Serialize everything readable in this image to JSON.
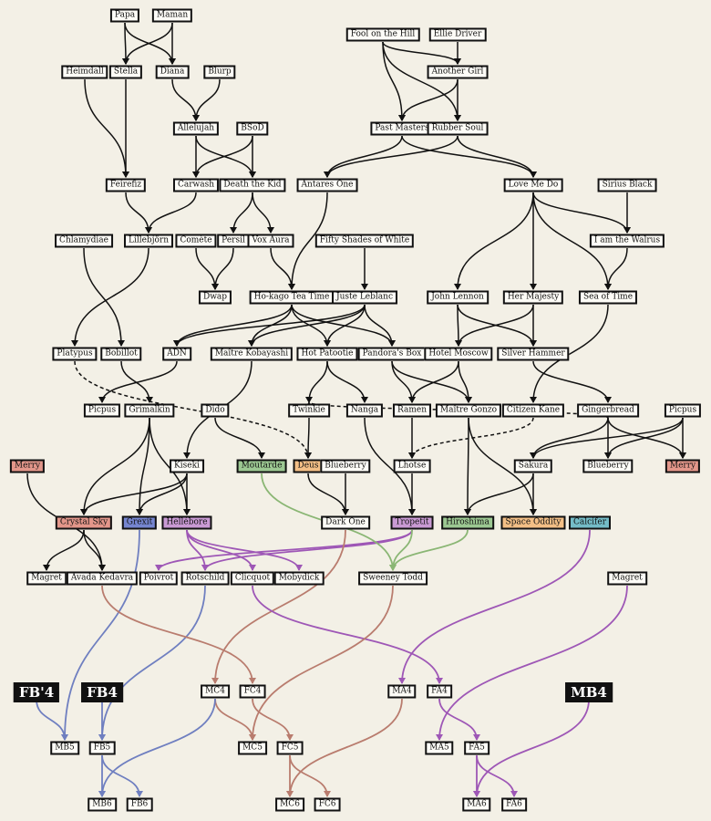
{
  "colors": {
    "background": "#f3f0e6",
    "edge": "#111111",
    "red": "#e3968a",
    "blue": "#7585d0",
    "purple": "#c99ad4",
    "green": "#9cc892",
    "orange": "#f3bf86",
    "teal": "#74bcc7",
    "edge_brown": "#b97c6e",
    "edge_purple": "#9e57b6",
    "edge_blue": "#6f7fc0",
    "edge_green": "#8ab674"
  },
  "nodes": [
    {
      "id": "papa",
      "label": "Papa"
    },
    {
      "id": "maman",
      "label": "Maman"
    },
    {
      "id": "fool",
      "label": "Fool on the Hill"
    },
    {
      "id": "ellie",
      "label": "Ellie Driver"
    },
    {
      "id": "heimdall",
      "label": "Heimdall"
    },
    {
      "id": "stella",
      "label": "Stella"
    },
    {
      "id": "diana",
      "label": "Diana"
    },
    {
      "id": "blurp",
      "label": "Blurp"
    },
    {
      "id": "anothergirl",
      "label": "Another Girl"
    },
    {
      "id": "allelujah",
      "label": "Allelujah"
    },
    {
      "id": "bsod",
      "label": "BSoD"
    },
    {
      "id": "pastmasters",
      "label": "Past Masters"
    },
    {
      "id": "rubbersoul",
      "label": "Rubber Soul"
    },
    {
      "id": "feirefiz",
      "label": "Feirefiz"
    },
    {
      "id": "carwash",
      "label": "Carwash"
    },
    {
      "id": "deathkid",
      "label": "Death the Kid"
    },
    {
      "id": "antares",
      "label": "Antares One"
    },
    {
      "id": "lovemedo",
      "label": "Love Me Do"
    },
    {
      "id": "sirius",
      "label": "Sirius Black"
    },
    {
      "id": "chlamydiae",
      "label": "Chlamydiae"
    },
    {
      "id": "lillebjorn",
      "label": "Lillebjörn"
    },
    {
      "id": "comete",
      "label": "Comète"
    },
    {
      "id": "persil",
      "label": "Persil"
    },
    {
      "id": "voxaura",
      "label": "Vox Aura"
    },
    {
      "id": "fifty",
      "label": "Fifty Shades of White"
    },
    {
      "id": "walrus",
      "label": "I am the Walrus"
    },
    {
      "id": "dwap",
      "label": "Dwap"
    },
    {
      "id": "hokago",
      "label": "Ho-kago Tea Time"
    },
    {
      "id": "juste",
      "label": "Juste Leblanc"
    },
    {
      "id": "lennon",
      "label": "John Lennon"
    },
    {
      "id": "hermajesty",
      "label": "Her Majesty"
    },
    {
      "id": "seaoftime",
      "label": "Sea of Time"
    },
    {
      "id": "platypus",
      "label": "Platypus"
    },
    {
      "id": "bobillot",
      "label": "Bobillot"
    },
    {
      "id": "adn",
      "label": "ADN"
    },
    {
      "id": "kobayashi",
      "label": "Maître Kobayashi"
    },
    {
      "id": "hotpatootie",
      "label": "Hot Patootie"
    },
    {
      "id": "pandora",
      "label": "Pandora's Box"
    },
    {
      "id": "hotelmoscow",
      "label": "Hotel Moscow"
    },
    {
      "id": "silverhammer",
      "label": "Silver Hammer"
    },
    {
      "id": "picpus1",
      "label": "Picpus"
    },
    {
      "id": "grimalkin",
      "label": "Grimalkin"
    },
    {
      "id": "dido",
      "label": "Dido"
    },
    {
      "id": "twinkie",
      "label": "Twinkie"
    },
    {
      "id": "nanga",
      "label": "Nanga"
    },
    {
      "id": "ramen",
      "label": "Ramen"
    },
    {
      "id": "gonzo",
      "label": "Maître Gonzo"
    },
    {
      "id": "citizenkane",
      "label": "Citizen Kane"
    },
    {
      "id": "gingerbread",
      "label": "Gingerbread"
    },
    {
      "id": "picpus2",
      "label": "Picpus"
    },
    {
      "id": "merry1",
      "label": "Merry",
      "color": "red"
    },
    {
      "id": "kiseki",
      "label": "Kiseki"
    },
    {
      "id": "moutarde",
      "label": "Moutarde",
      "color": "green"
    },
    {
      "id": "deus",
      "label": "Deus",
      "color": "orange"
    },
    {
      "id": "blueberry1",
      "label": "Blueberry"
    },
    {
      "id": "lhotse",
      "label": "Lhotse"
    },
    {
      "id": "sakura",
      "label": "Sakura"
    },
    {
      "id": "blueberry2",
      "label": "Blueberry"
    },
    {
      "id": "merry2",
      "label": "Merry",
      "color": "red"
    },
    {
      "id": "crystalsky",
      "label": "Crystal Sky",
      "color": "red"
    },
    {
      "id": "grexit",
      "label": "Grexit",
      "color": "blue"
    },
    {
      "id": "hellebore",
      "label": "Hellébore",
      "color": "purple"
    },
    {
      "id": "darkone",
      "label": "Dark One"
    },
    {
      "id": "tropetit",
      "label": "Tropetit",
      "color": "purple"
    },
    {
      "id": "hiroshima",
      "label": "Hiroshima",
      "color": "green"
    },
    {
      "id": "spaceoddity",
      "label": "Space Oddity",
      "color": "orange"
    },
    {
      "id": "calcifer",
      "label": "Calcifer",
      "color": "teal"
    },
    {
      "id": "magret1",
      "label": "Magret"
    },
    {
      "id": "avada",
      "label": "Avada Kedavra"
    },
    {
      "id": "poivrot",
      "label": "Poivrot"
    },
    {
      "id": "rotschild",
      "label": "Rotschild"
    },
    {
      "id": "clicquot",
      "label": "Clicquot"
    },
    {
      "id": "mobydick",
      "label": "Mobydick"
    },
    {
      "id": "sweeney",
      "label": "Sweeney Todd"
    },
    {
      "id": "magret2",
      "label": "Magret"
    },
    {
      "id": "fbp4",
      "label": "FB'4",
      "big": true
    },
    {
      "id": "fb4",
      "label": "FB4",
      "big": true
    },
    {
      "id": "mc4",
      "label": "MC4"
    },
    {
      "id": "fc4",
      "label": "FC4"
    },
    {
      "id": "ma4",
      "label": "MA4"
    },
    {
      "id": "fa4",
      "label": "FA4"
    },
    {
      "id": "mb4",
      "label": "MB4",
      "big": true
    },
    {
      "id": "mb5",
      "label": "MB5"
    },
    {
      "id": "fb5",
      "label": "FB5"
    },
    {
      "id": "mc5",
      "label": "MC5"
    },
    {
      "id": "fc5",
      "label": "FC5"
    },
    {
      "id": "ma5",
      "label": "MA5"
    },
    {
      "id": "fa5",
      "label": "FA5"
    },
    {
      "id": "mb6",
      "label": "MB6"
    },
    {
      "id": "fb6",
      "label": "FB6"
    },
    {
      "id": "mc6",
      "label": "MC6"
    },
    {
      "id": "fc6",
      "label": "FC6"
    },
    {
      "id": "ma6",
      "label": "MA6"
    },
    {
      "id": "fa6",
      "label": "FA6"
    }
  ],
  "edges": [
    [
      "papa",
      "stella"
    ],
    [
      "maman",
      "stella"
    ],
    [
      "papa",
      "diana"
    ],
    [
      "maman",
      "diana"
    ],
    [
      "fool",
      "anothergirl"
    ],
    [
      "ellie",
      "anothergirl"
    ],
    [
      "fool",
      "pastmasters"
    ],
    [
      "fool",
      "rubbersoul"
    ],
    [
      "anothergirl",
      "pastmasters"
    ],
    [
      "anothergirl",
      "rubbersoul"
    ],
    [
      "heimdall",
      "feirefiz"
    ],
    [
      "stella",
      "feirefiz"
    ],
    [
      "diana",
      "allelujah"
    ],
    [
      "blurp",
      "allelujah"
    ],
    [
      "allelujah",
      "carwash"
    ],
    [
      "bsod",
      "carwash"
    ],
    [
      "allelujah",
      "deathkid"
    ],
    [
      "bsod",
      "deathkid"
    ],
    [
      "pastmasters",
      "antares"
    ],
    [
      "rubbersoul",
      "antares"
    ],
    [
      "pastmasters",
      "lovemedo"
    ],
    [
      "rubbersoul",
      "lovemedo"
    ],
    [
      "feirefiz",
      "lillebjorn"
    ],
    [
      "carwash",
      "lillebjorn"
    ],
    [
      "deathkid",
      "persil"
    ],
    [
      "deathkid",
      "voxaura"
    ],
    [
      "sirius",
      "walrus"
    ],
    [
      "lovemedo",
      "walrus"
    ],
    [
      "comete",
      "dwap"
    ],
    [
      "persil",
      "dwap"
    ],
    [
      "voxaura",
      "hokago"
    ],
    [
      "antares",
      "hokago"
    ],
    [
      "fifty",
      "juste"
    ],
    [
      "lovemedo",
      "lennon"
    ],
    [
      "lovemedo",
      "hermajesty"
    ],
    [
      "lovemedo",
      "seaoftime"
    ],
    [
      "walrus",
      "seaoftime"
    ],
    [
      "lillebjorn",
      "platypus"
    ],
    [
      "chlamydiae",
      "bobillot"
    ],
    [
      "hokago",
      "adn"
    ],
    [
      "hokago",
      "kobayashi"
    ],
    [
      "hokago",
      "hotpatootie"
    ],
    [
      "hokago",
      "pandora"
    ],
    [
      "juste",
      "adn"
    ],
    [
      "juste",
      "kobayashi"
    ],
    [
      "juste",
      "hotpatootie"
    ],
    [
      "juste",
      "pandora"
    ],
    [
      "lennon",
      "hotelmoscow"
    ],
    [
      "lennon",
      "silverhammer"
    ],
    [
      "hermajesty",
      "hotelmoscow"
    ],
    [
      "hermajesty",
      "silverhammer"
    ],
    [
      "adn",
      "picpus1"
    ],
    [
      "bobillot",
      "grimalkin"
    ],
    [
      "hotpatootie",
      "twinkie"
    ],
    [
      "hotpatootie",
      "nanga"
    ],
    [
      "hotelmoscow",
      "ramen"
    ],
    [
      "hotelmoscow",
      "gonzo"
    ],
    [
      "pandora",
      "ramen"
    ],
    [
      "pandora",
      "gonzo"
    ],
    [
      "seaoftime",
      "citizenkane"
    ],
    [
      "silverhammer",
      "gingerbread"
    ],
    [
      "kobayashi",
      "kiseki"
    ],
    [
      "dido",
      "moutarde"
    ],
    [
      "twinkie",
      "deus"
    ],
    [
      "ramen",
      "lhotse"
    ],
    [
      "gingerbread",
      "sakura"
    ],
    [
      "gingerbread",
      "blueberry2"
    ],
    [
      "gingerbread",
      "merry2"
    ],
    [
      "picpus2",
      "sakura"
    ],
    [
      "picpus2",
      "blueberry2"
    ],
    [
      "picpus2",
      "merry2"
    ],
    [
      "kiseki",
      "crystalsky"
    ],
    [
      "kiseki",
      "grexit"
    ],
    [
      "kiseki",
      "hellebore"
    ],
    [
      "grimalkin",
      "crystalsky"
    ],
    [
      "grimalkin",
      "grexit"
    ],
    [
      "grimalkin",
      "hellebore"
    ],
    [
      "deus",
      "darkone"
    ],
    [
      "blueberry1",
      "darkone"
    ],
    [
      "nanga",
      "tropetit"
    ],
    [
      "lhotse",
      "tropetit"
    ],
    [
      "sakura",
      "hiroshima"
    ],
    [
      "sakura",
      "spaceoddity"
    ],
    [
      "gonzo",
      "hiroshima"
    ],
    [
      "gonzo",
      "spaceoddity"
    ],
    [
      "merry1",
      "avada"
    ],
    [
      "crystalsky",
      "magret1"
    ],
    [
      "crystalsky",
      "avada"
    ],
    [
      "platypus",
      "deus",
      "dashed"
    ],
    [
      "gingerbread",
      "twinkie",
      "dashed"
    ],
    [
      "citizenkane",
      "lhotse",
      "dashed"
    ],
    [
      "tropetit",
      "poivrot",
      "purple"
    ],
    [
      "tropetit",
      "rotschild",
      "purple"
    ],
    [
      "hellebore",
      "rotschild",
      "purple"
    ],
    [
      "hellebore",
      "clicquot",
      "purple"
    ],
    [
      "hellebore",
      "mobydick",
      "purple"
    ],
    [
      "moutarde",
      "sweeney",
      "green"
    ],
    [
      "hiroshima",
      "sweeney",
      "green"
    ],
    [
      "tropetit",
      "sweeney",
      "green"
    ],
    [
      "grexit",
      "mb5",
      "blue"
    ],
    [
      "fbp4",
      "mb5",
      "blue"
    ],
    [
      "rotschild",
      "fb5",
      "blue"
    ],
    [
      "fb4",
      "fb5",
      "blue"
    ],
    [
      "darkone",
      "mc4",
      "brown"
    ],
    [
      "avada",
      "fc4",
      "brown"
    ],
    [
      "calcifer",
      "ma4",
      "purple"
    ],
    [
      "clicquot",
      "fa4",
      "purple"
    ],
    [
      "magret2",
      "ma5",
      "purple"
    ],
    [
      "fa4",
      "fa5",
      "purple"
    ],
    [
      "mc4",
      "mc5",
      "brown"
    ],
    [
      "sweeney",
      "mc5",
      "brown"
    ],
    [
      "fc4",
      "fc5",
      "brown"
    ],
    [
      "mc4",
      "mb6",
      "blue"
    ],
    [
      "fb5",
      "mb6",
      "blue"
    ],
    [
      "fb5",
      "fb6",
      "blue"
    ],
    [
      "ma4",
      "mc6",
      "brown"
    ],
    [
      "fc5",
      "mc6",
      "brown"
    ],
    [
      "fc5",
      "fc6",
      "brown"
    ],
    [
      "mb4",
      "ma6",
      "purple"
    ],
    [
      "fa5",
      "ma6",
      "purple"
    ],
    [
      "fa5",
      "fa6",
      "purple"
    ]
  ]
}
